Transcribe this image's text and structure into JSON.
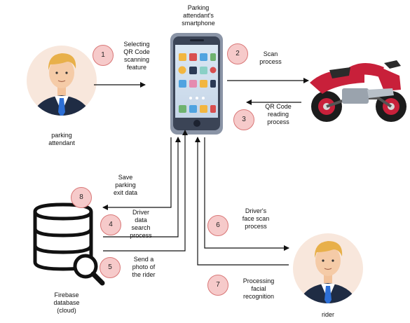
{
  "phone": {
    "label": "Parking\nattendant's\nsmartphone"
  },
  "actors": {
    "attendant": {
      "label": "parking\nattendant",
      "icon": "man-avatar-icon"
    },
    "rider": {
      "label": "rider",
      "icon": "man-avatar-icon"
    },
    "database": {
      "label": "Firebase\ndatabase\n(cloud)",
      "icon": "database-search-icon"
    },
    "motorcycle": {
      "icon": "motorcycle-icon"
    }
  },
  "steps": [
    {
      "num": "1",
      "label": "Selecting\nQR Code\nscanning\nfeature"
    },
    {
      "num": "2",
      "label": "Scan\nprocess"
    },
    {
      "num": "3",
      "label": "QR Code\nreading\nprocess"
    },
    {
      "num": "4",
      "label": "Driver\ndata\nsearch\nprocess"
    },
    {
      "num": "5",
      "label": "Send a\nphoto of\nthe rider"
    },
    {
      "num": "6",
      "label": "Driver's\nface scan\nprocess"
    },
    {
      "num": "7",
      "label": "Processing\nfacial\nrecognition"
    },
    {
      "num": "8",
      "label": "Save\nparking\nexit data"
    }
  ],
  "colors": {
    "badge_fill": "#f6caca",
    "badge_stroke": "#d97777",
    "phone_body": "#8a94a6",
    "motorcycle": "#c8203a"
  }
}
